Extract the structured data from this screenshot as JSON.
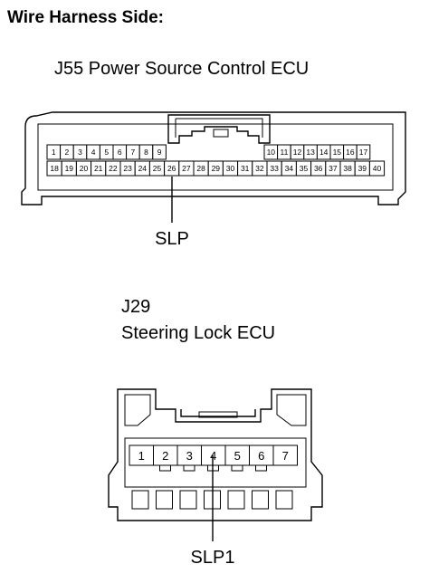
{
  "header": {
    "title": "Wire Harness Side:"
  },
  "connector_j55": {
    "title": "J55   Power Source Control ECU",
    "top_left_pins": [
      "1",
      "2",
      "3",
      "4",
      "5",
      "6",
      "7",
      "8",
      "9"
    ],
    "top_right_pins": [
      "10",
      "11",
      "12",
      "13",
      "14",
      "15",
      "16",
      "17"
    ],
    "bottom_pins": [
      "18",
      "19",
      "20",
      "21",
      "22",
      "23",
      "24",
      "25",
      "26",
      "27",
      "28",
      "29",
      "30",
      "31",
      "32",
      "33",
      "34",
      "35",
      "36",
      "37",
      "38",
      "39",
      "40"
    ],
    "signal_label": "SLP",
    "signal_pin": "26"
  },
  "connector_j29": {
    "code": "J29",
    "name": "Steering Lock ECU",
    "pins": [
      "1",
      "2",
      "3",
      "4",
      "5",
      "6",
      "7"
    ],
    "signal_label": "SLP1",
    "signal_pin": "4"
  }
}
